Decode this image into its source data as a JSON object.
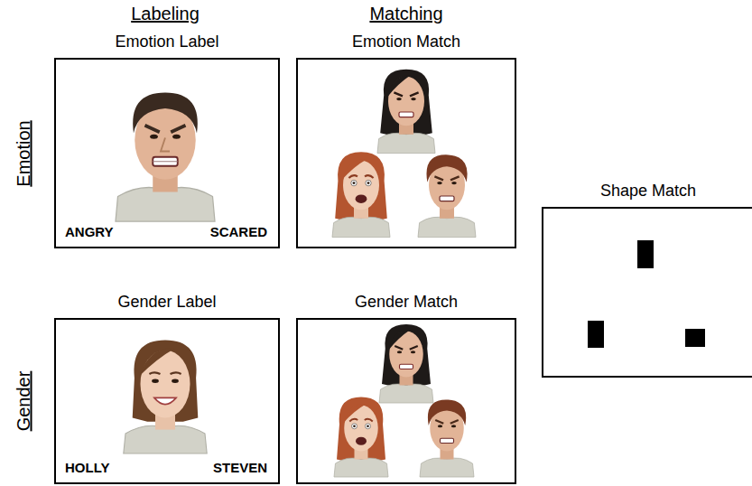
{
  "diagram": {
    "nodes": [
      {
        "text": [
          "Emotion Label",
          "ANGRY",
          "SCARED"
        ]
      },
      {
        "text": [
          "Emotion Match"
        ]
      },
      {
        "text": [
          "Shape Match"
        ]
      },
      {
        "text": [
          "Gender Label",
          "HOLLY",
          "STEVEN"
        ]
      },
      {
        "text": [
          "Gender Match"
        ]
      }
    ],
    "labels": [
      "Labeling",
      "Matching",
      "Emotion",
      "Gender"
    ]
  }
}
